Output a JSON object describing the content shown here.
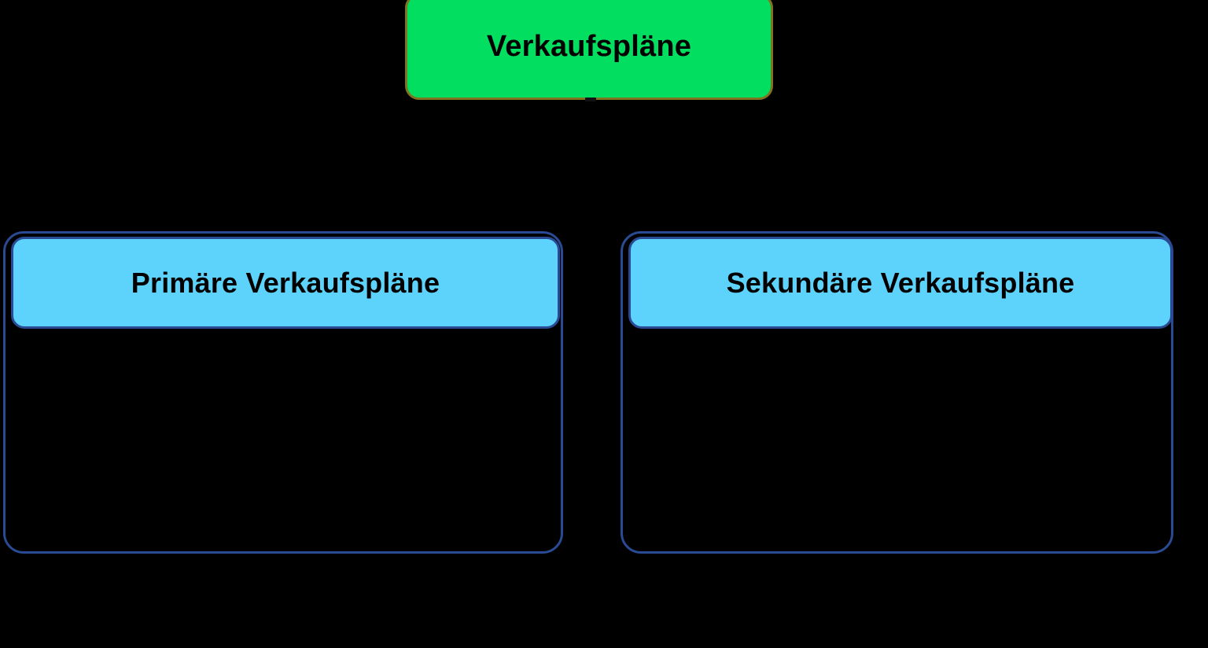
{
  "diagram": {
    "type": "org-chart",
    "background_color": "#000000",
    "root": {
      "label": "Verkaufspläne",
      "fill_color": "#02DE5F",
      "border_color": "#7F7520",
      "text_color": "#000000"
    },
    "branches": [
      {
        "label": "Primäre Verkaufspläne",
        "header_fill_color": "#5DD3FC",
        "container_border_color": "#2A4A94",
        "text_color": "#000000",
        "items": []
      },
      {
        "label": "Sekundäre Verkaufspläne",
        "header_fill_color": "#5DD3FC",
        "container_border_color": "#2A4A94",
        "text_color": "#000000",
        "items": []
      }
    ]
  }
}
